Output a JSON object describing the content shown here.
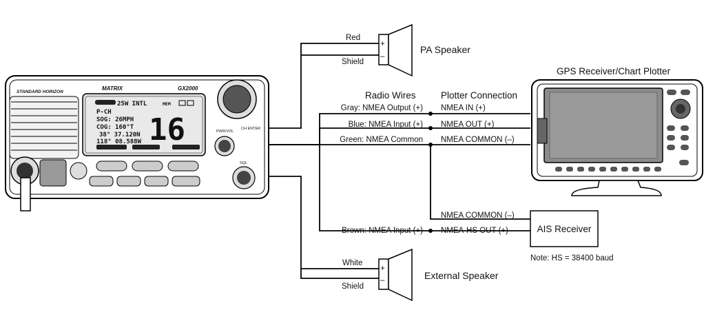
{
  "radio": {
    "brand": "STANDARD HORIZON",
    "series": "MATRIX",
    "model": "GX2000",
    "lcd": {
      "line1": "25W INTL",
      "mem": "MEM",
      "pch": "P-CH",
      "sog": "SOG: 26MPH",
      "cog": "COG: 160°T",
      "lat": "38° 37.120N",
      "lon": "118° 08.588W",
      "channel": "16"
    },
    "knob_pwr": "PWR/VOL",
    "knob_sql": "SQL",
    "ch_enter": "CH ENTER"
  },
  "pa_speaker": {
    "title": "PA Speaker",
    "wire_top": "Red",
    "wire_bottom": "Shield"
  },
  "ext_speaker": {
    "title": "External Speaker",
    "wire_top": "White",
    "wire_bottom": "Shield"
  },
  "headers": {
    "radio_wires": "Radio Wires",
    "plotter_connection": "Plotter Connection"
  },
  "connections": [
    {
      "radio": "Gray: NMEA Output (+)",
      "plotter": "NMEA IN (+)"
    },
    {
      "radio": "Blue: NMEA Input (+)",
      "plotter": "NMEA OUT (+)"
    },
    {
      "radio": "Green: NMEA Common",
      "plotter": "NMEA COMMON (–)"
    }
  ],
  "ais_connections": [
    {
      "label": "NMEA COMMON (–)"
    },
    {
      "radio": "Brown: NMEA Input (+)",
      "label": "NMEA-HS OUT (+)"
    }
  ],
  "gps": {
    "title": "GPS Receiver/Chart Plotter"
  },
  "ais": {
    "title": "AIS Receiver",
    "note": "Note: HS = 38400 baud"
  },
  "speaker_signs": {
    "plus": "+",
    "minus": "–"
  }
}
